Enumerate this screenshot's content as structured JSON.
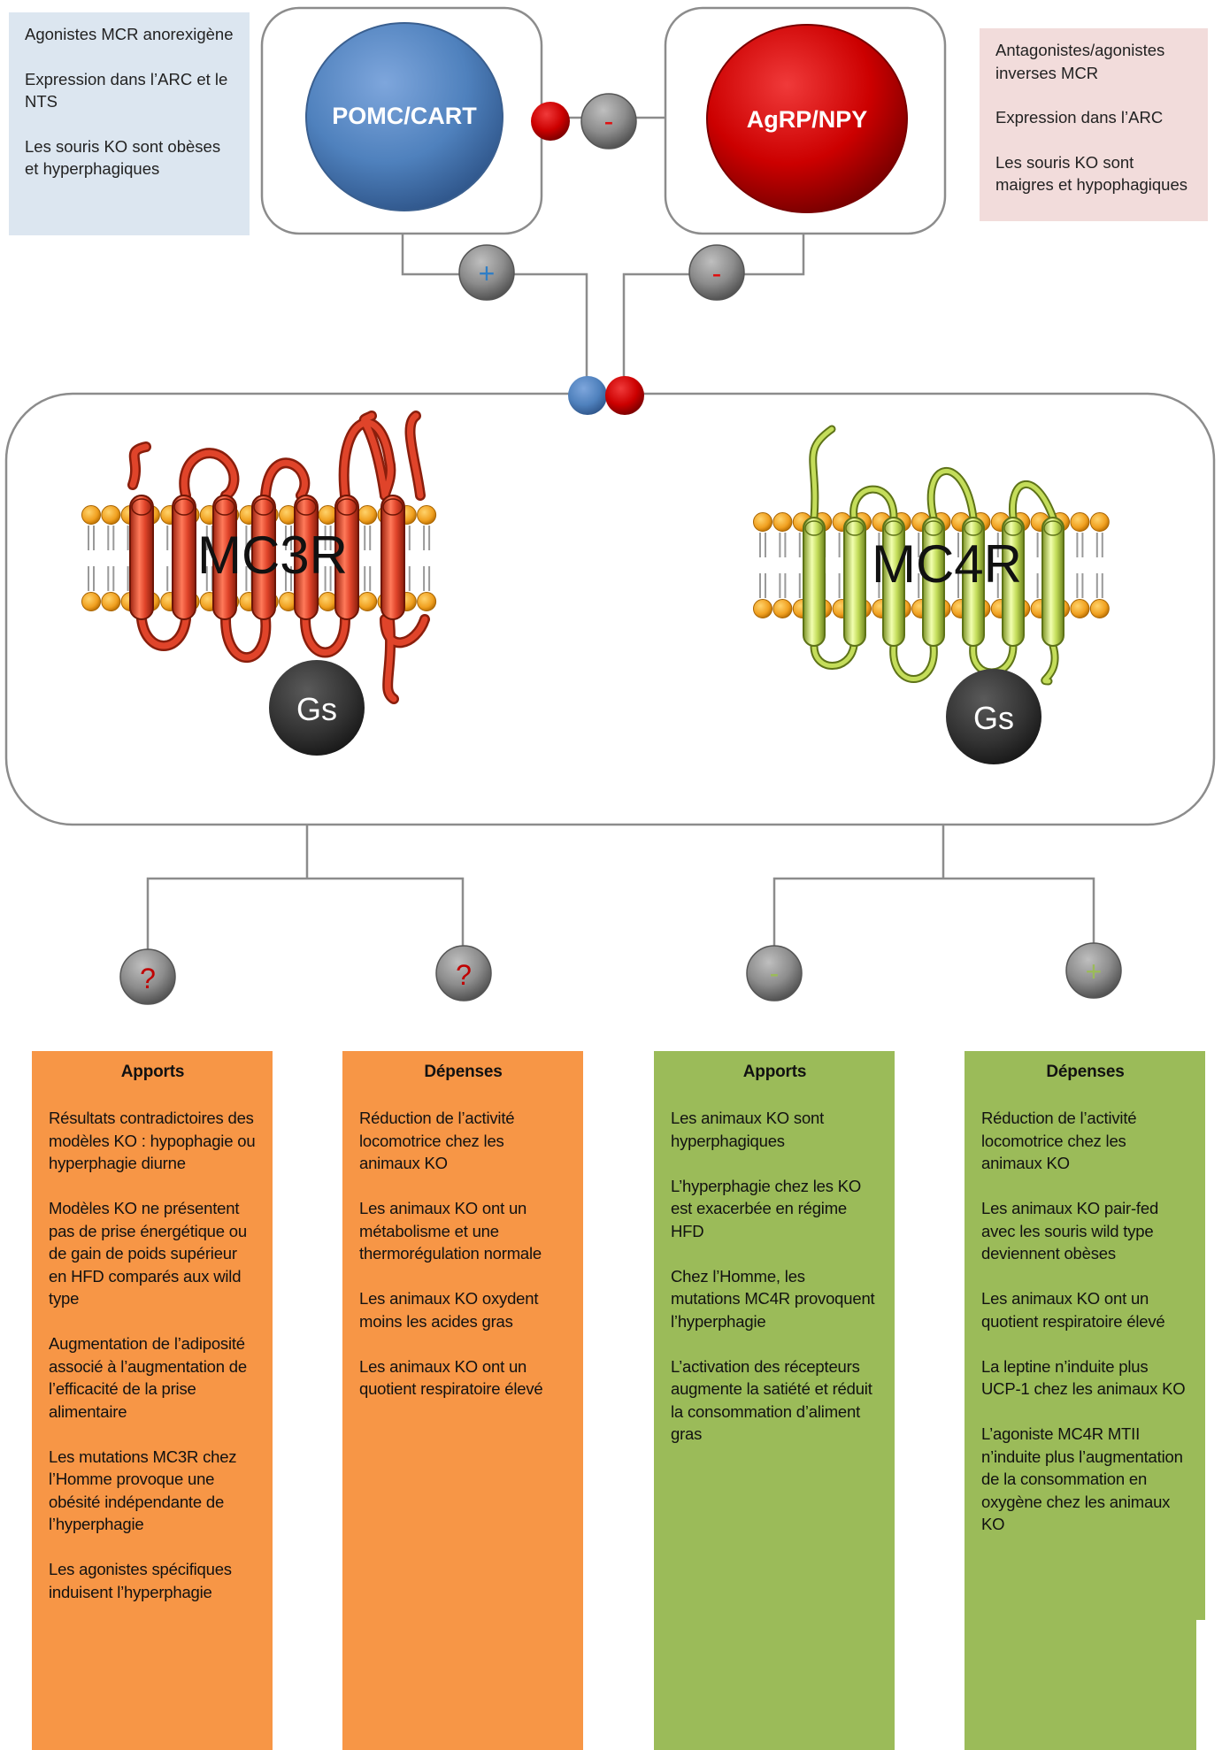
{
  "left_note": {
    "lines": [
      "Agonistes MCR anorexigène",
      "Expression dans l’ARC et le NTS",
      "Les souris KO sont obèses et hyperphagiques"
    ]
  },
  "right_note": {
    "lines": [
      "Antagonistes/agonistes inverses MCR",
      "Expression dans l’ARC",
      "Les souris KO sont maigres et hypophagiques"
    ]
  },
  "neurons": {
    "pomc_label": "POMC/CART",
    "agrp_label": "AgRP/NPY",
    "inhibit_sign": "-",
    "pomc_effect_sign": "+",
    "agrp_effect_sign": "-"
  },
  "receptors": {
    "mc3r_label": "MC3R",
    "mc4r_label": "MC4R",
    "gs_label": "Gs"
  },
  "outcome_signs": [
    "?",
    "?",
    "-",
    "+"
  ],
  "colors": {
    "pomc_blue": "#4f81bd",
    "agrp_red": "#c00000",
    "mc3r_helix": "#e0442a",
    "mc4r_helix": "#c4dd5a",
    "orange_box": "#f79646",
    "green_box": "#9bbb59",
    "lipid_head": "#f0a020"
  },
  "columns": [
    {
      "title": "Apports",
      "items": [
        "Résultats contradictoires des  modèles KO : hypophagie ou hyperphagie diurne",
        "Modèles KO ne présentent pas  de prise énergétique ou de gain de poids supérieur en HFD comparés aux wild type",
        "Augmentation de l’adiposité associé à l’augmentation de l’efficacité de la prise alimentaire",
        "Les mutations MC3R chez l’Homme provoque une obésité indépendante de l’hyperphagie",
        "Les agonistes spécifiques induisent l’hyperphagie"
      ]
    },
    {
      "title": "Dépenses",
      "items": [
        "Réduction de l’activité locomotrice chez les animaux KO",
        "Les animaux KO ont un métabolisme et une thermorégulation normale",
        "Les animaux KO oxydent moins les acides gras",
        "Les animaux KO ont un quotient respiratoire élevé"
      ]
    },
    {
      "title": "Apports",
      "items": [
        "Les animaux KO sont hyperphagiques",
        "L’hyperphagie chez les KO est exacerbée en régime HFD",
        "Chez l’Homme, les mutations MC4R provoquent l’hyperphagie",
        "L’activation des récepteurs augmente la satiété et réduit la consommation d’aliment gras"
      ]
    },
    {
      "title": "Dépenses",
      "items": [
        "Réduction de l’activité locomotrice chez les animaux KO",
        "Les animaux KO pair-fed avec les souris wild type deviennent obèses",
        "Les animaux KO ont un quotient respiratoire élevé",
        "La leptine n’induite plus UCP-1 chez les animaux KO",
        "L’agoniste MC4R MTII n’induite plus l’augmentation de la consommation en oxygène chez les animaux KO"
      ]
    }
  ]
}
